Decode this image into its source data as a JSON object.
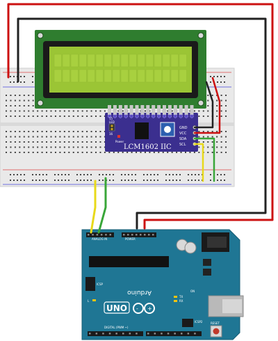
{
  "module": {
    "model_label": "LCM1602 IIC",
    "jumper_labels": [
      "15",
      "LED",
      "16"
    ],
    "power_label": "Power",
    "pin_labels": [
      "GND",
      "VCC",
      "SDA",
      "SCL"
    ]
  },
  "arduino": {
    "brand": "Arduino",
    "model": "UNO",
    "labels": {
      "reset": "RESET",
      "icsp": "ICSP",
      "icsp2": "ICSP2",
      "tx": "TX",
      "rx": "RX",
      "on": "ON",
      "l": "L",
      "digital": "DIGITAL (PWM ~)",
      "power": "POWER",
      "analog_in": "ANALOG IN"
    }
  },
  "colors": {
    "wire_red": "#cc1111",
    "wire_black": "#222222",
    "wire_yellow": "#e8d91a",
    "wire_green": "#39a639",
    "lcd_pcb": "#2f7d2f",
    "lcd_screen": "#9bc535",
    "i2c_board": "#3b2f8f",
    "arduino_pcb": "#1f7694"
  }
}
